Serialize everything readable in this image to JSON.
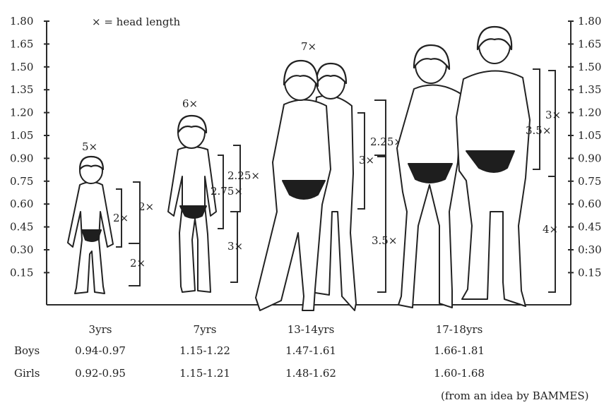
{
  "legend": {
    "text": "× = head length"
  },
  "axis": {
    "ticks": [
      "0.15",
      "0.30",
      "0.45",
      "0.60",
      "0.75",
      "0.90",
      "1.05",
      "1.20",
      "1.35",
      "1.50",
      "1.65",
      "1.80"
    ],
    "right_ticks": [
      "0.15",
      "0:30",
      "0.45",
      "0.60",
      "0.75",
      "0.90",
      "1.05",
      "1.20",
      "1.35",
      "1.50",
      "1.65",
      "1.80"
    ]
  },
  "groups": [
    {
      "id": "3yrs",
      "head_count": "5×",
      "brackets": [
        "2×",
        "2×",
        "2×"
      ]
    },
    {
      "id": "7yrs",
      "head_count": "6×",
      "brackets": [
        "2.25×",
        "2.75×",
        "3×"
      ]
    },
    {
      "id": "13-14yrs",
      "head_count": "7×",
      "brackets": [
        "2.25×",
        "3×",
        "3.5×"
      ]
    },
    {
      "id": "17-18yrs",
      "head_count": "",
      "brackets": [
        "3×",
        "3.5×",
        "4×"
      ]
    }
  ],
  "table": {
    "headers": [
      "3yrs",
      "7yrs",
      "13-14yrs",
      "17-18yrs"
    ],
    "rows": [
      {
        "label": "Boys",
        "values": [
          "0.94-0.97",
          "1.15-1.22",
          "1.47-1.61",
          "1.66-1.81"
        ]
      },
      {
        "label": "Girls",
        "values": [
          "0.92-0.95",
          "1.15-1.21",
          "1.48-1.62",
          "1.60-1.68"
        ]
      }
    ]
  },
  "credit": "(from an idea by BAMMES)"
}
